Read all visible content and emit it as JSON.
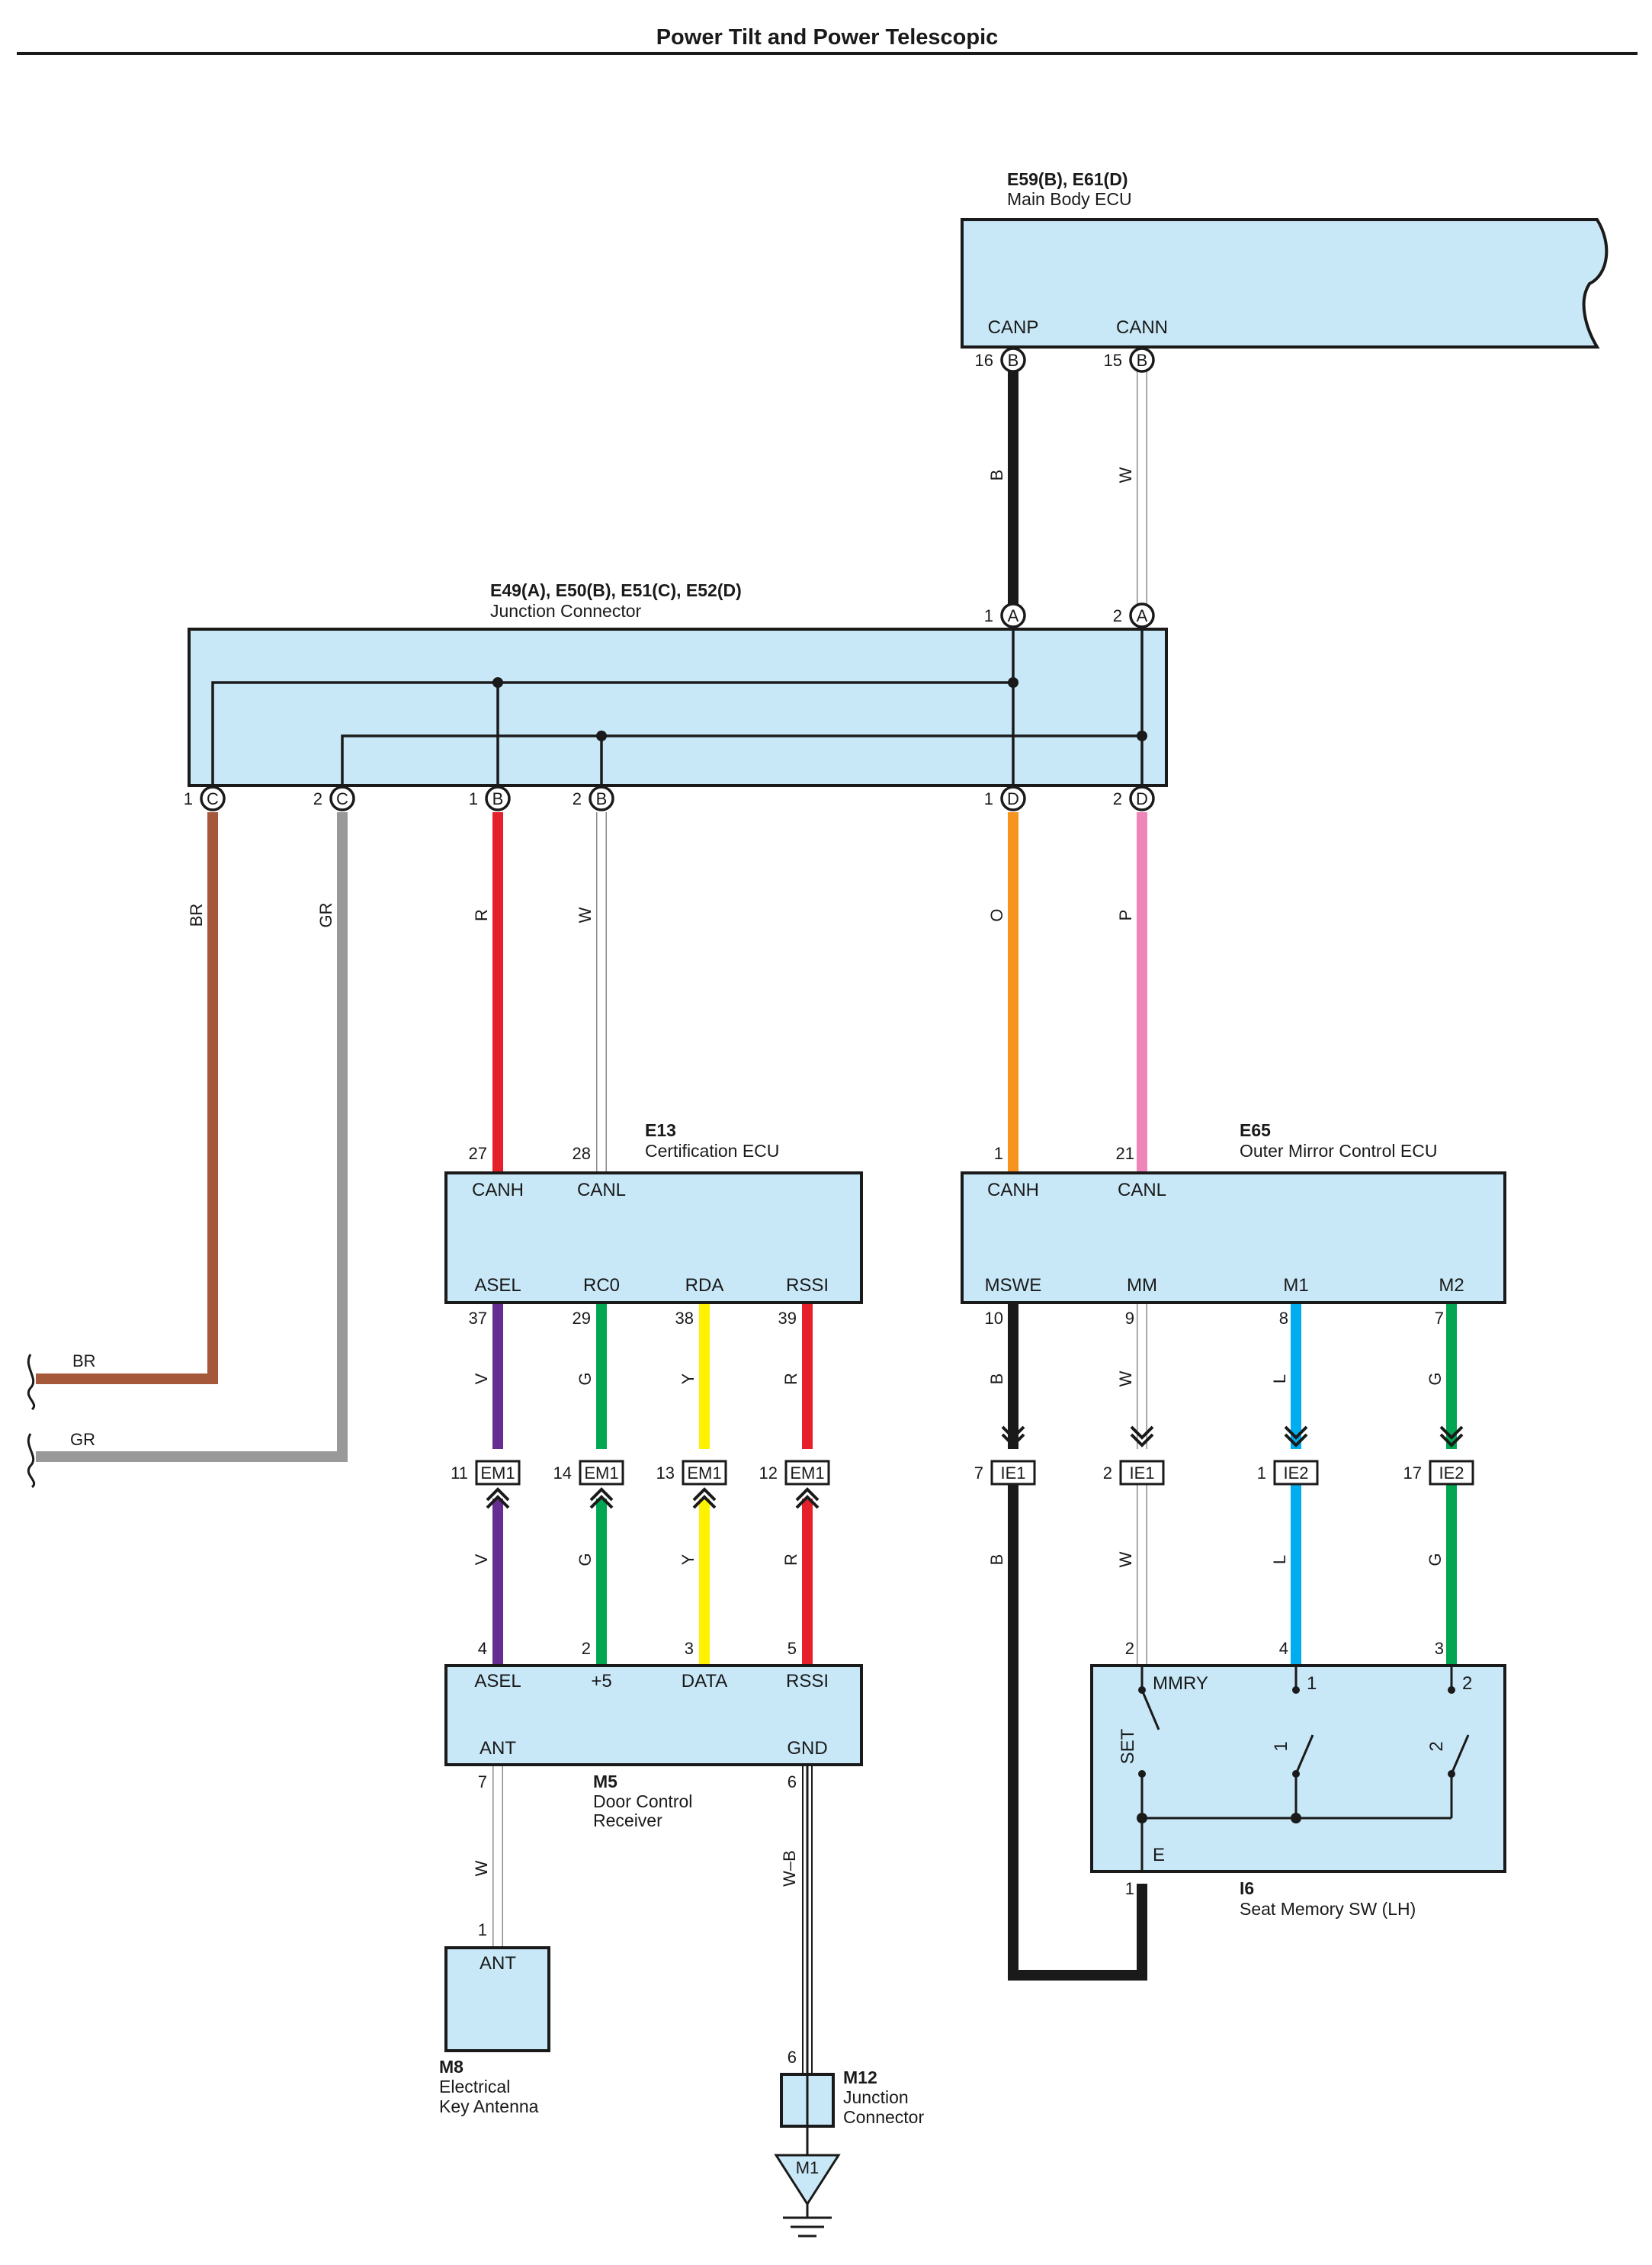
{
  "title": "Power Tilt and Power Telescopic",
  "components": {
    "main_body_ecu": {
      "code": "E59(B), E61(D)",
      "name": "Main Body ECU",
      "pins": [
        "CANP",
        "CANN"
      ]
    },
    "junction_connector": {
      "code": "E49(A), E50(B), E51(C), E52(D)",
      "name": "Junction Connector"
    },
    "certification_ecu": {
      "code": "E13",
      "name": "Certification ECU",
      "pins": [
        "CANH",
        "CANL",
        "ASEL",
        "RC0",
        "RDA",
        "RSSI"
      ]
    },
    "outer_mirror_ecu": {
      "code": "E65",
      "name": "Outer Mirror Control ECU",
      "pins": [
        "CANH",
        "CANL",
        "MSWE",
        "MM",
        "M1",
        "M2"
      ]
    },
    "door_control_receiver": {
      "code": "M5",
      "name_line1": "Door Control",
      "name_line2": "Receiver",
      "pins": [
        "ASEL",
        "+5",
        "DATA",
        "RSSI",
        "ANT",
        "GND"
      ]
    },
    "key_antenna": {
      "code": "M8",
      "name_line1": "Electrical",
      "name_line2": "Key Antenna",
      "pin": "ANT"
    },
    "junction_m12": {
      "code": "M12",
      "name_line1": "Junction",
      "name_line2": "Connector"
    },
    "ground": {
      "label": "M1"
    },
    "seat_memory_sw": {
      "code": "I6",
      "name": "Seat Memory SW (LH)",
      "labels": [
        "MMRY",
        "1",
        "2",
        "SET",
        "1",
        "2",
        "E"
      ]
    }
  },
  "terminals": {
    "canp": {
      "num": "16",
      "letter": "B"
    },
    "cann": {
      "num": "15",
      "letter": "B"
    },
    "ja1": {
      "num": "1",
      "letter": "A"
    },
    "ja2": {
      "num": "2",
      "letter": "A"
    },
    "jc1": {
      "num": "1",
      "letter": "C"
    },
    "jc2": {
      "num": "2",
      "letter": "C"
    },
    "jb1": {
      "num": "1",
      "letter": "B"
    },
    "jb2": {
      "num": "2",
      "letter": "B"
    },
    "jd1": {
      "num": "1",
      "letter": "D"
    },
    "jd2": {
      "num": "2",
      "letter": "D"
    }
  },
  "pin_numbers": {
    "e13_canh": "27",
    "e13_canl": "28",
    "e65_canh": "1",
    "e65_canl": "21",
    "e13_bottom": [
      "37",
      "29",
      "38",
      "39"
    ],
    "e65_bottom": [
      "10",
      "9",
      "8",
      "7"
    ],
    "m5_top": [
      "4",
      "2",
      "3",
      "5"
    ],
    "i6_top": [
      "2",
      "4",
      "3"
    ],
    "m5_ant": "7",
    "m5_gnd": "6",
    "m8_ant": "1",
    "m12_in": "6",
    "i6_e": "1"
  },
  "inline_connectors": {
    "em1": [
      {
        "num": "11",
        "label": "EM1"
      },
      {
        "num": "14",
        "label": "EM1"
      },
      {
        "num": "13",
        "label": "EM1"
      },
      {
        "num": "12",
        "label": "EM1"
      }
    ],
    "ie": [
      {
        "num": "7",
        "label": "IE1"
      },
      {
        "num": "2",
        "label": "IE1"
      },
      {
        "num": "1",
        "label": "IE2"
      },
      {
        "num": "17",
        "label": "IE2"
      }
    ]
  },
  "wire_labels": {
    "canp": "B",
    "cann": "W",
    "br": "BR",
    "gr": "GR",
    "jb1": "R",
    "jb2": "W",
    "jd1": "O",
    "jd2": "P",
    "em1_upper": [
      "V",
      "G",
      "Y",
      "R"
    ],
    "em1_lower": [
      "V",
      "G",
      "Y",
      "R"
    ],
    "ie_upper": [
      "B",
      "W",
      "L",
      "G"
    ],
    "ie_lower": [
      "B",
      "W",
      "L",
      "G"
    ],
    "ant": "W",
    "gnd": "W–B",
    "br_end": "BR",
    "gr_end": "GR"
  },
  "colors": {
    "fill": "#c8e8f8",
    "black": "#1a1a1a",
    "white_wire": "#ffffff",
    "red": "#e5202a",
    "orange": "#f7941d",
    "pink": "#ee86b8",
    "brown": "#a5583a",
    "gray": "#999999",
    "violet": "#652d91",
    "green": "#00a651",
    "yellow": "#fff200",
    "blue": "#00aeef"
  }
}
